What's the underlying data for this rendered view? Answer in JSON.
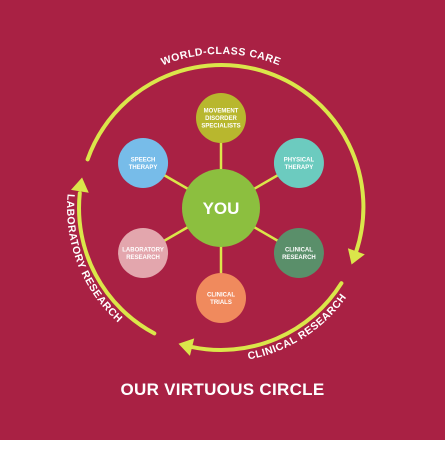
{
  "colors": {
    "background": "#a92144",
    "arc": "#dbe64a",
    "spoke": "#dbe64a",
    "text": "#ffffff"
  },
  "title": "OUR VIRTUOUS CIRCLE",
  "arc_labels": {
    "top": "WORLD-CLASS CARE",
    "right": "CLINICAL RESEARCH",
    "left": "LABORATORY RESEARCH"
  },
  "center": {
    "label": "YOU",
    "color": "#8cbf3f"
  },
  "nodes": [
    {
      "id": "movement",
      "lines": [
        "MOVEMENT",
        "DISORDER",
        "SPECIALISTS"
      ],
      "color": "#b8b72e"
    },
    {
      "id": "physical",
      "lines": [
        "PHYSICAL",
        "THERAPY"
      ],
      "color": "#6ccbbf"
    },
    {
      "id": "clinical-research",
      "lines": [
        "CLINICAL",
        "RESEARCH"
      ],
      "color": "#5a8f6a"
    },
    {
      "id": "clinical-trials",
      "lines": [
        "CLINICAL",
        "TRIALS"
      ],
      "color": "#f08a5d"
    },
    {
      "id": "laboratory",
      "lines": [
        "LABORATORY",
        "RESEARCH"
      ],
      "color": "#e3a6ad"
    },
    {
      "id": "speech",
      "lines": [
        "SPEECH",
        "THERAPY"
      ],
      "color": "#77bce9"
    }
  ]
}
